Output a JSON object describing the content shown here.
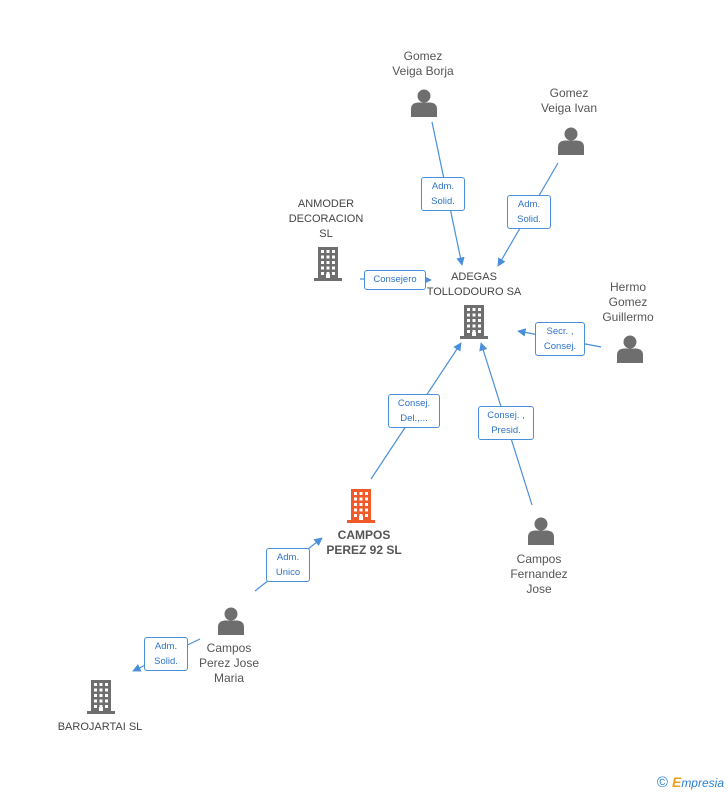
{
  "nodes": [
    {
      "id": "adegas",
      "label": "ADEGAS\nTOLLODOURO SA",
      "type": "company"
    },
    {
      "id": "anmoder",
      "label": "ANMODER\nDECORACION\nSL",
      "type": "company"
    },
    {
      "id": "gomez_borja",
      "label": "Gomez\nVeiga Borja",
      "type": "person"
    },
    {
      "id": "gomez_ivan",
      "label": "Gomez\nVeiga Ivan",
      "type": "person"
    },
    {
      "id": "hermo",
      "label": "Hermo\nGomez\nGuillermo",
      "type": "person"
    },
    {
      "id": "campos_sl",
      "label": "CAMPOS\nPEREZ 92 SL",
      "type": "company-main"
    },
    {
      "id": "campos_fj",
      "label": "Campos\nFernandez\nJose",
      "type": "person"
    },
    {
      "id": "campos_pjm",
      "label": "Campos\nPerez Jose\nMaria",
      "type": "person"
    },
    {
      "id": "barojartai",
      "label": "BAROJARTAI SL",
      "type": "company"
    }
  ],
  "edges": [
    {
      "from": "gomez_borja",
      "to": "adegas",
      "label": "Adm.\nSolid."
    },
    {
      "from": "gomez_ivan",
      "to": "adegas",
      "label": "Adm.\nSolid."
    },
    {
      "from": "anmoder",
      "to": "adegas",
      "label": "Consejero"
    },
    {
      "from": "hermo",
      "to": "adegas",
      "label": "Secr. ,\nConsej."
    },
    {
      "from": "campos_sl",
      "to": "adegas",
      "label": "Consej.\nDel.,..."
    },
    {
      "from": "campos_fj",
      "to": "adegas",
      "label": "Consej. ,\nPresid."
    },
    {
      "from": "campos_pjm",
      "to": "campos_sl",
      "label": "Adm.\nUnico"
    },
    {
      "from": "campos_pjm",
      "to": "barojartai",
      "label": "Adm.\nSolid."
    }
  ],
  "colors": {
    "edge": "#4a8fd9",
    "company": "#6e6e6e",
    "company_main": "#f05a28",
    "person": "#6e6e6e"
  },
  "footer": {
    "copyright": "©",
    "brand_initial": "E",
    "brand_rest": "mpresia"
  }
}
